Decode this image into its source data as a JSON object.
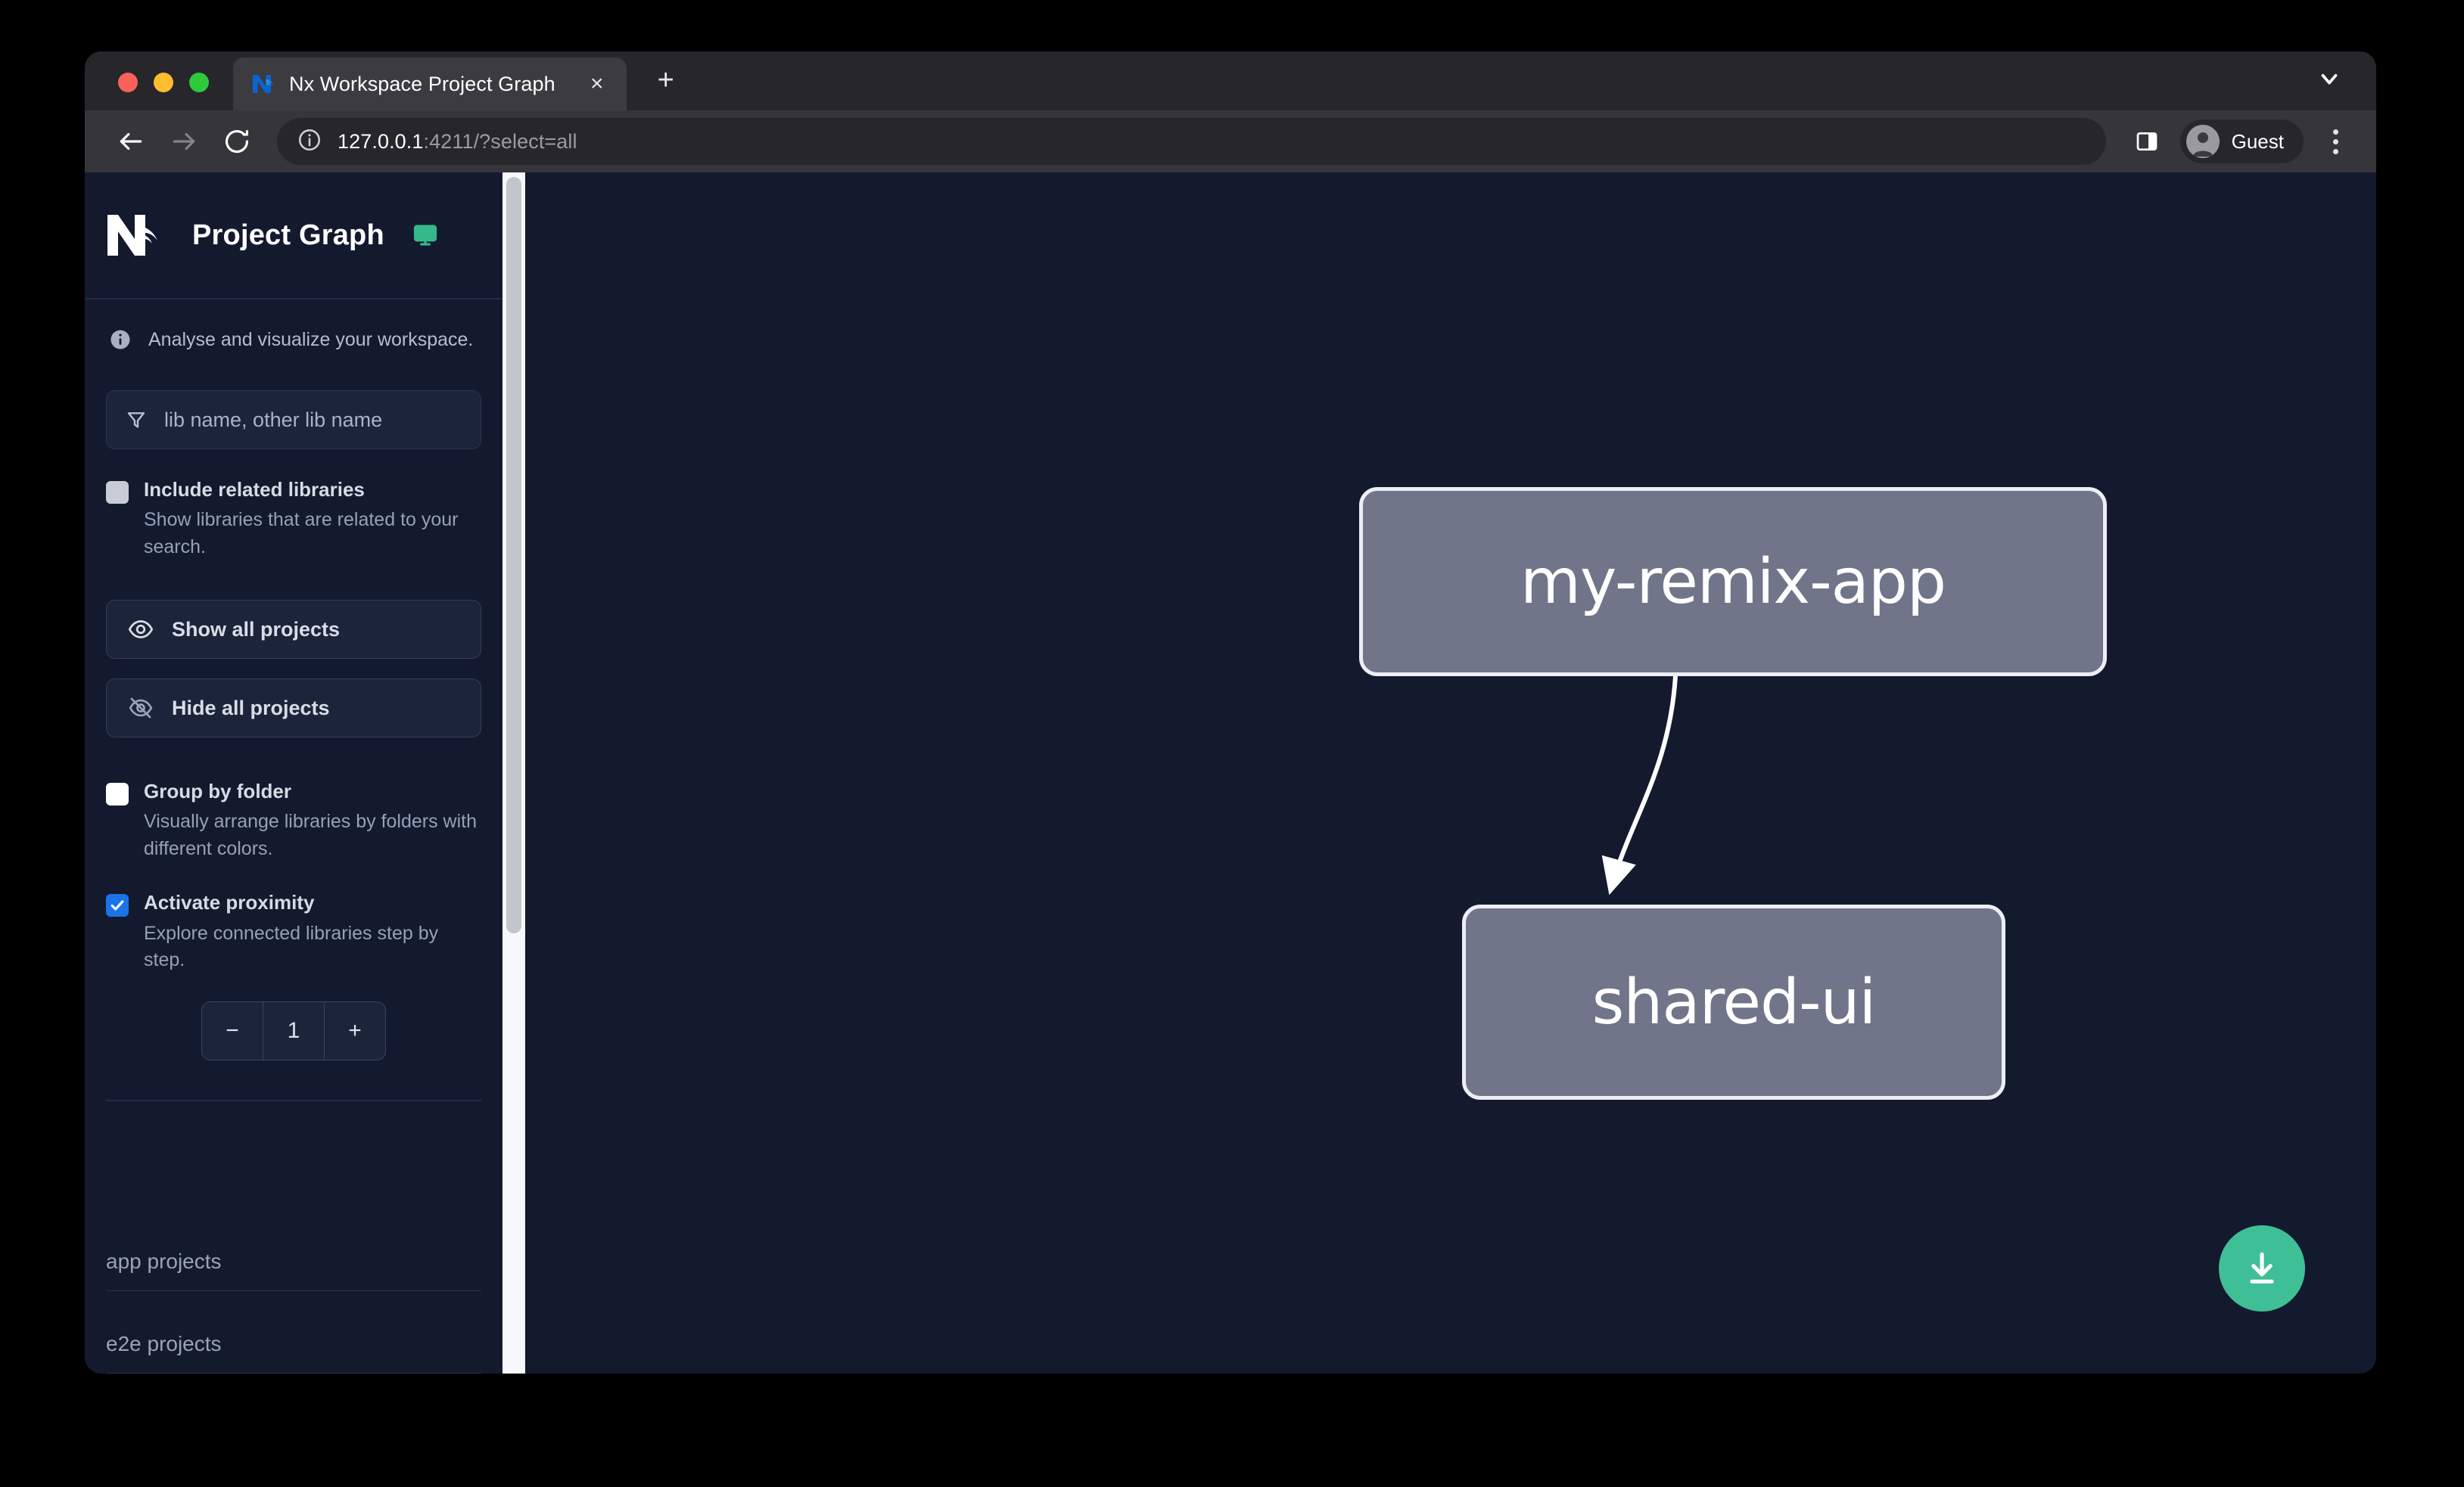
{
  "browser": {
    "tab": {
      "title": "Nx Workspace Project Graph",
      "close_label": "×",
      "favicon": "nx-favicon-icon"
    },
    "new_tab_label": "+",
    "tabstrip_chevron": "chevron-down-icon",
    "toolbar": {
      "back": "back-arrow-icon",
      "forward": "forward-arrow-icon",
      "reload": "reload-icon",
      "site_info": "info-circle-icon",
      "url_host": "127.0.0.1",
      "url_rest": ":4211/?select=all",
      "side_panel": "side-panel-icon",
      "profile_name": "Guest",
      "menu": "kebab-menu-icon"
    },
    "traffic_lights": {
      "close": "#f9615b",
      "minimize": "#fdbd2f",
      "maximize": "#2fc93c"
    }
  },
  "sidebar": {
    "title": "Project Graph",
    "monitor_icon": "monitor-icon",
    "subtitle": "Analyse and visualize your workspace.",
    "filter": {
      "icon": "filter-icon",
      "placeholder": "lib name, other lib name",
      "value": ""
    },
    "options": [
      {
        "id": "include-related-libraries",
        "label": "Include related libraries",
        "description": "Show libraries that are related to your search.",
        "checked": false,
        "style": "muted"
      },
      {
        "id": "group-by-folder",
        "label": "Group by folder",
        "description": "Visually arrange libraries by folders with different colors.",
        "checked": false,
        "style": "white"
      },
      {
        "id": "activate-proximity",
        "label": "Activate proximity",
        "description": "Explore connected libraries step by step.",
        "checked": true,
        "style": "checked"
      }
    ],
    "buttons": [
      {
        "id": "show-all-projects",
        "label": "Show all projects",
        "icon": "eye-icon"
      },
      {
        "id": "hide-all-projects",
        "label": "Hide all projects",
        "icon": "eye-off-icon"
      }
    ],
    "stepper": {
      "decrement_label": "−",
      "value": "1",
      "increment_label": "+"
    },
    "sections": [
      {
        "id": "app-projects",
        "label": "app projects"
      },
      {
        "id": "e2e-projects",
        "label": "e2e projects"
      }
    ]
  },
  "graph": {
    "nodes": [
      {
        "id": "my-remix-app",
        "label": "my-remix-app"
      },
      {
        "id": "shared-ui",
        "label": "shared-ui"
      }
    ],
    "edges": [
      {
        "from": "my-remix-app",
        "to": "shared-ui"
      }
    ],
    "download_button": {
      "icon": "download-icon",
      "color": "#3fbf96"
    }
  },
  "colors": {
    "page_background": "#131a2e",
    "sidebar_background": "#131a2e",
    "node_fill": "#71758a",
    "node_border": "#eceef4",
    "accent_green": "#3fbf96",
    "checkbox_blue": "#1a73e8"
  }
}
